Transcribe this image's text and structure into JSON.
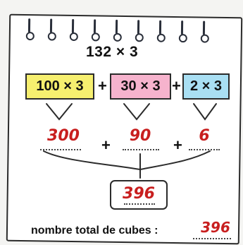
{
  "problem": {
    "title": "132 × 3",
    "parts": [
      {
        "expression": "100 × 3",
        "color": "#f6ef6f",
        "answer": "300"
      },
      {
        "expression": "30 × 3",
        "color": "#f6b3cd",
        "answer": "90"
      },
      {
        "expression": "2 × 3",
        "color": "#a9dff3",
        "answer": "6"
      }
    ],
    "plus": "+",
    "total_answer": "396"
  },
  "footer": {
    "label": "nombre total de cubes :",
    "answer": "396"
  },
  "icons": [
    "spiral-ring-icon"
  ]
}
